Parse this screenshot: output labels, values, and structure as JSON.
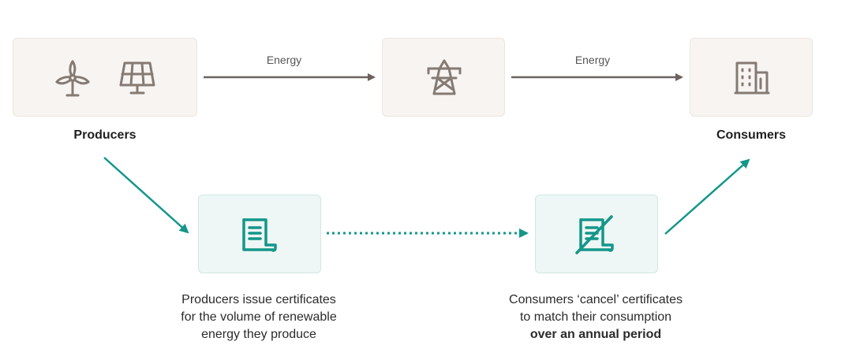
{
  "producers": {
    "title": "Producers",
    "icons": [
      "wind-turbine-icon",
      "solar-panel-icon"
    ]
  },
  "grid": {
    "icon": "transmission-tower-icon"
  },
  "consumers": {
    "title": "Consumers",
    "icon": "building-icon"
  },
  "energy_flow": {
    "label_1": "Energy",
    "label_2": "Energy"
  },
  "issue": {
    "icon": "certificate-document-icon",
    "caption_lines": [
      "Producers issue certificates",
      "for the volume of renewable",
      "energy they produce"
    ]
  },
  "cancel": {
    "icon": "cancelled-certificate-icon",
    "caption_lines": [
      "Consumers ‘cancel’ certificates",
      "to match their consumption"
    ],
    "caption_bold": "over an annual period"
  },
  "colors": {
    "teal": "#14968a",
    "gray_arrow": "#6b6360",
    "icon_brown": "#857a74"
  }
}
